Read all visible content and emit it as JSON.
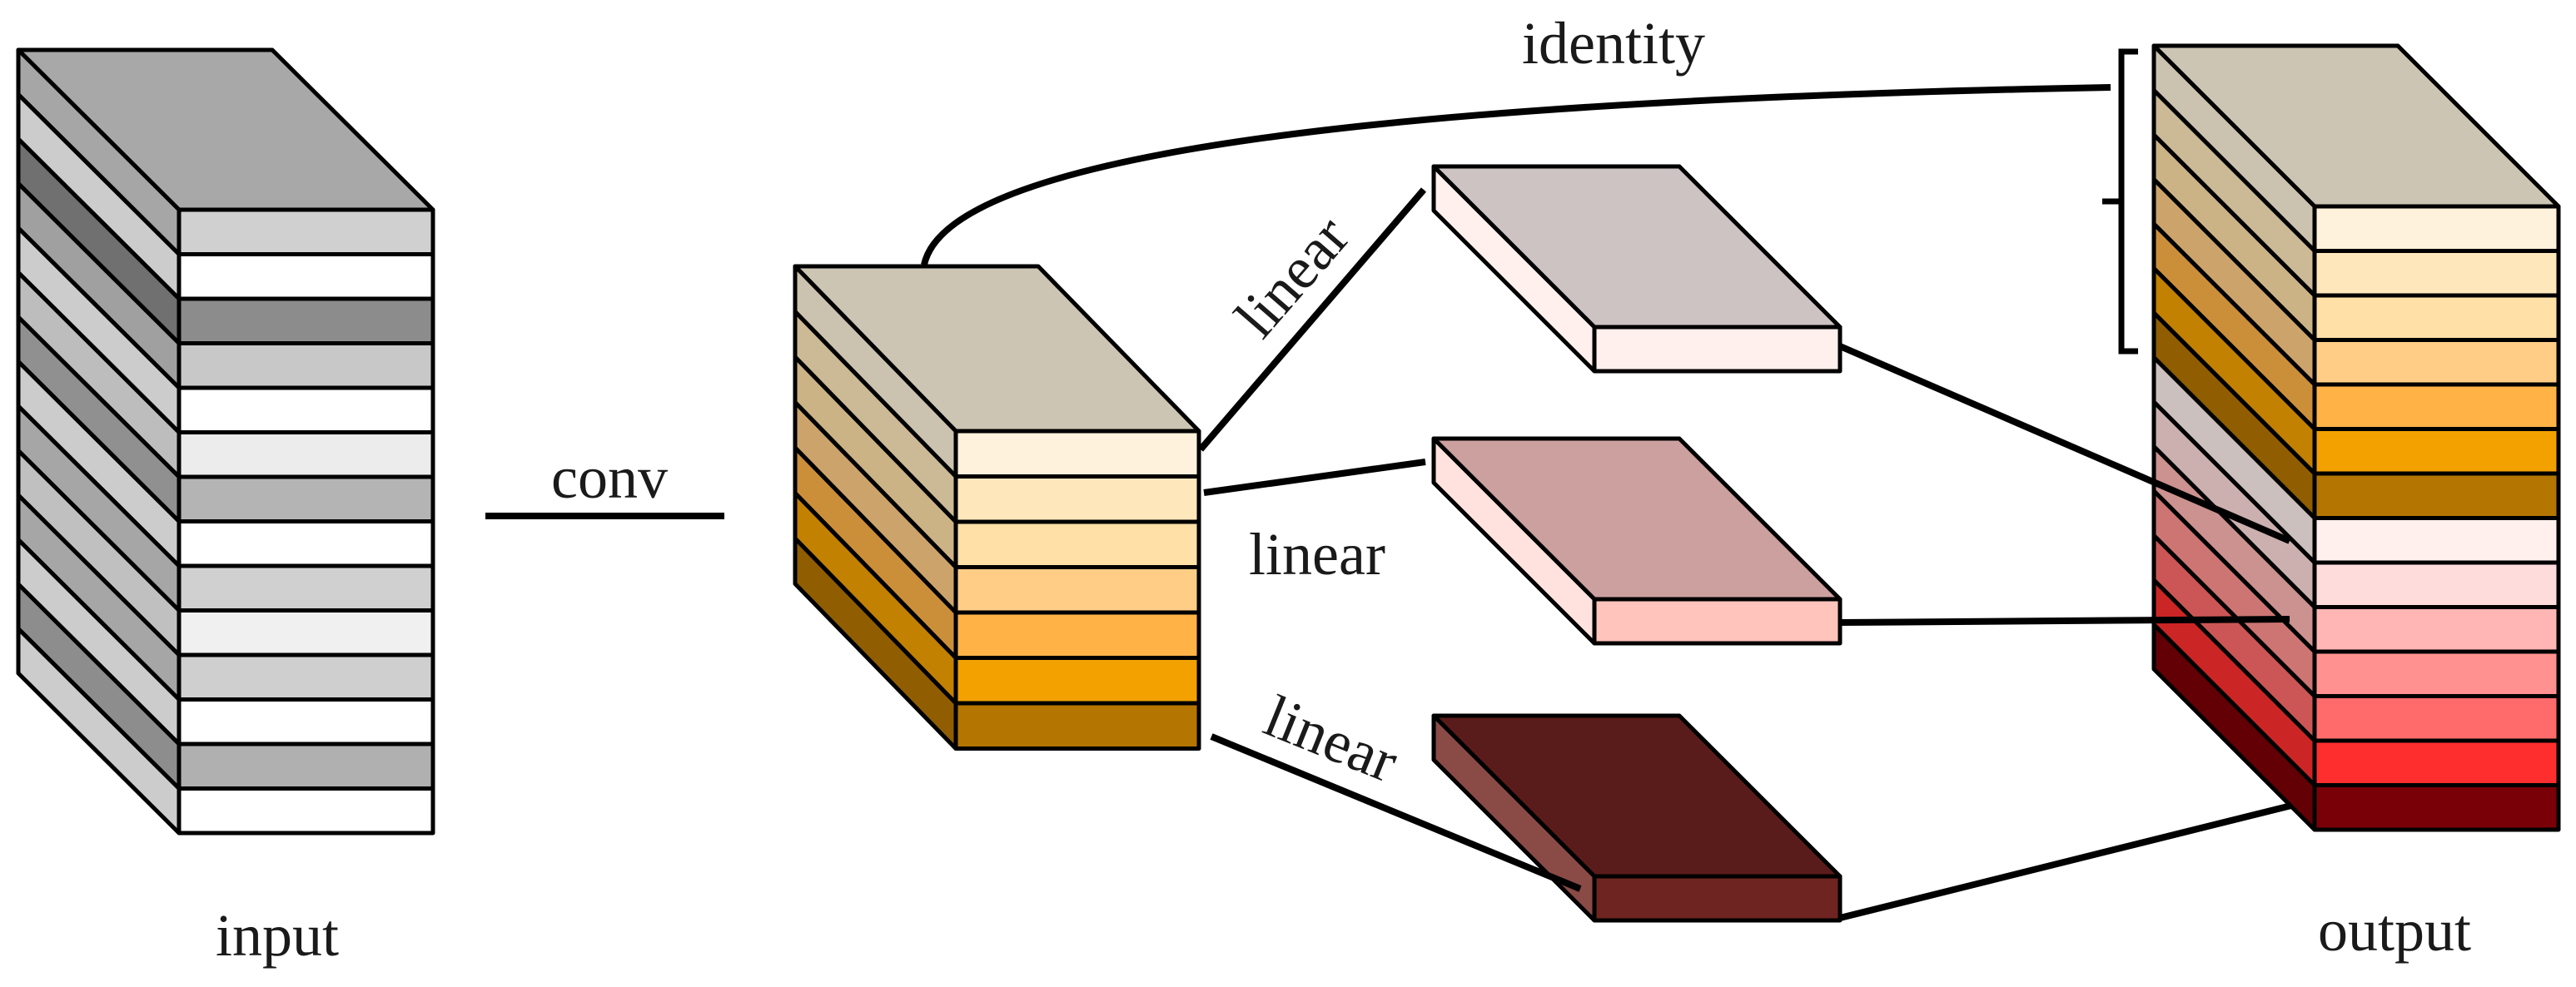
{
  "labels": {
    "input": "input",
    "conv": "conv",
    "identity": "identity",
    "linear_top": "linear",
    "linear_mid": "linear",
    "linear_bottom": "linear",
    "output": "output"
  },
  "blocks": {
    "input": {
      "top_color": "#a8a8a8",
      "layer_colors": [
        "#d0d0d0",
        "#ffffff",
        "#8c8c8c",
        "#c8c8c8",
        "#ffffff",
        "#ececec",
        "#b4b4b4",
        "#ffffff",
        "#d0d0d0",
        "#f0f0f0",
        "#cfcfcf",
        "#ffffff",
        "#b0b0b0",
        "#ffffff"
      ]
    },
    "conv_features": {
      "top_color": "#cdc5b4",
      "layer_colors": [
        "#fff2dc",
        "#ffe7bc",
        "#ffe0a6",
        "#ffcd86",
        "#ffb347",
        "#f2a100",
        "#b47600"
      ]
    },
    "ghost_top": {
      "top_color": "#cdc3c3",
      "front_color": "#fff0ee"
    },
    "ghost_mid": {
      "top_color": "#cda0a0",
      "front_color": "#ffc4bc"
    },
    "ghost_bottom": {
      "top_color": "#5a1c1a",
      "front_color": "#6e2420",
      "side_color": "#8a4a46"
    },
    "output": {
      "top_color": "#cdc5b4",
      "layer_colors": [
        "#fff2dc",
        "#ffe7bc",
        "#ffe0a6",
        "#ffcd86",
        "#ffb347",
        "#f2a100",
        "#b47600",
        "#fff0ee",
        "#ffdcdc",
        "#ffb6b4",
        "#ff9290",
        "#ff6b6b",
        "#ff2e2e",
        "#7a0008"
      ]
    }
  }
}
